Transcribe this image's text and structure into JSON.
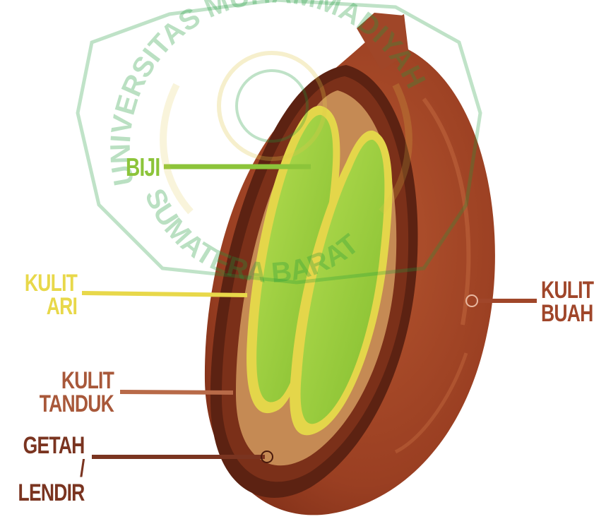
{
  "labels": {
    "biji": "BIJI",
    "kulit_ari": [
      "KULIT",
      "ARI"
    ],
    "kulit_tanduk": [
      "KULIT",
      "TANDUK"
    ],
    "getah_lendir": [
      "GETAH /",
      "LENDIR"
    ],
    "kulit_buah": [
      "KULIT",
      "BUAH"
    ]
  },
  "watermark": {
    "arc_text_top": "UNIVERSITAS MUHAMMADIYAH",
    "arc_text_bottom": "SUMATERA BARAT"
  },
  "colors": {
    "biji": "#8cc43a",
    "kulit_ari": "#e8d84a",
    "kulit_tanduk": "#c0804c",
    "getah_lendir": "#6a2a18",
    "kulit_buah": "#a0462a",
    "watermark": "#1e9a3a"
  }
}
